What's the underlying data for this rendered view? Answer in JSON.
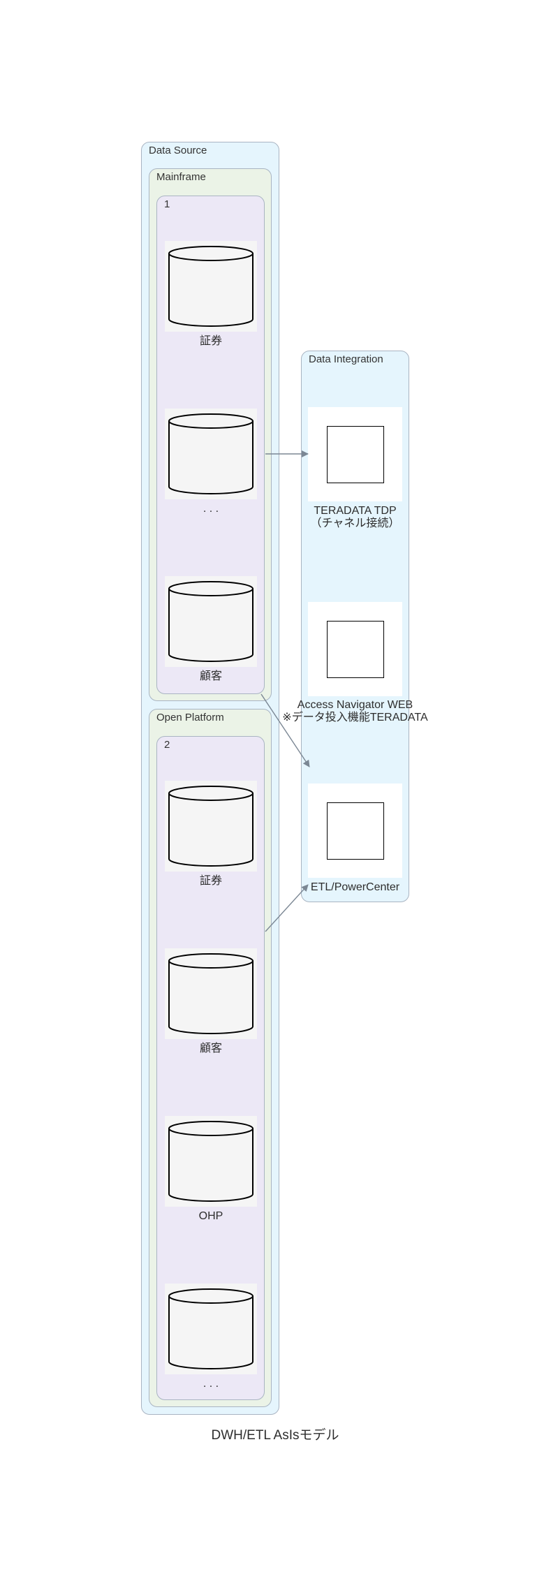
{
  "title": "DWH/ETL AsIsモデル",
  "clusters": {
    "data_source": "Data Source",
    "mainframe": "Mainframe",
    "mainframe_group": "1",
    "open_platform": "Open Platform",
    "open_group": "2",
    "data_integration": "Data Integration"
  },
  "mainframe_nodes": [
    {
      "label": "証券",
      "icon": "database-icon"
    },
    {
      "label": ". . .",
      "icon": "database-icon"
    },
    {
      "label": "顧客",
      "icon": "database-icon"
    }
  ],
  "open_nodes": [
    {
      "label": "証券",
      "icon": "database-icon"
    },
    {
      "label": "顧客",
      "icon": "database-icon"
    },
    {
      "label": "OHP",
      "icon": "database-icon"
    },
    {
      "label": ". . .",
      "icon": "database-icon"
    }
  ],
  "integration_nodes": [
    {
      "line1": "TERADATA TDP",
      "line2": "（チャネル接続）",
      "icon": "square-icon"
    },
    {
      "line1": "Access Navigator WEB",
      "line2": "※データ投入機能TERADATA",
      "icon": "square-icon"
    },
    {
      "line1": "ETL/PowerCenter",
      "icon": "square-icon"
    }
  ],
  "colors": {
    "cluster_blue": "#e5f5fd",
    "cluster_green": "#ebf3e7",
    "cluster_purple": "#ece8f6",
    "edge": "#7b8794"
  }
}
